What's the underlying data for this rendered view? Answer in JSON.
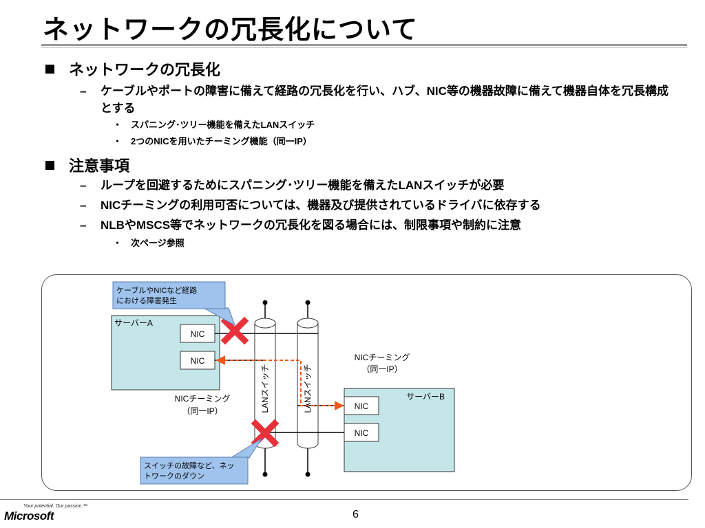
{
  "title": "ネットワークの冗長化について",
  "sections": [
    {
      "heading": "ネットワークの冗長化",
      "items": [
        {
          "text": "ケーブルやポートの障害に備えて経路の冗長化を行い、ハブ、NIC等の機器故障に備えて機器自体を冗長構成とする",
          "subitems": [
            "スパニング･ツリー機能を備えたLANスイッチ",
            "2つのNICを用いたチーミング機能（同一IP）"
          ]
        }
      ]
    },
    {
      "heading": "注意事項",
      "items": [
        {
          "text": "ループを回避するためにスパニング･ツリー機能を備えたLANスイッチが必要"
        },
        {
          "text": "NICチーミングの利用可否については、機器及び提供されているドライバに依存する"
        },
        {
          "text": "NLBやMSCS等でネットワークの冗長化を図る場合には、制限事項や制約に注意",
          "subitems": [
            "次ページ参照"
          ]
        }
      ]
    }
  ],
  "diagram": {
    "callout_top": [
      "ケーブルやNICなど経路",
      "における障害発生"
    ],
    "callout_bottom": [
      "スイッチの故障など、ネッ",
      "トワークのダウン"
    ],
    "server_a": "サーバーA",
    "server_b": "サーバーB",
    "nic": "NIC",
    "switch_label": "LANスイッチ",
    "teaming_left": [
      "NICチーミング",
      "（同一IP）"
    ],
    "teaming_right": [
      "NICチーミング",
      "（同一IP）"
    ]
  },
  "footer": {
    "slogan": "Your potential. Our passion.™",
    "logo": "Microsoft",
    "page_number": "6"
  },
  "colors": {
    "server_fill": "#c5e6e8",
    "callout_fill": "#9fc3ec",
    "failure_x": "#e8313b",
    "dashed_path": "#e85a1b"
  }
}
